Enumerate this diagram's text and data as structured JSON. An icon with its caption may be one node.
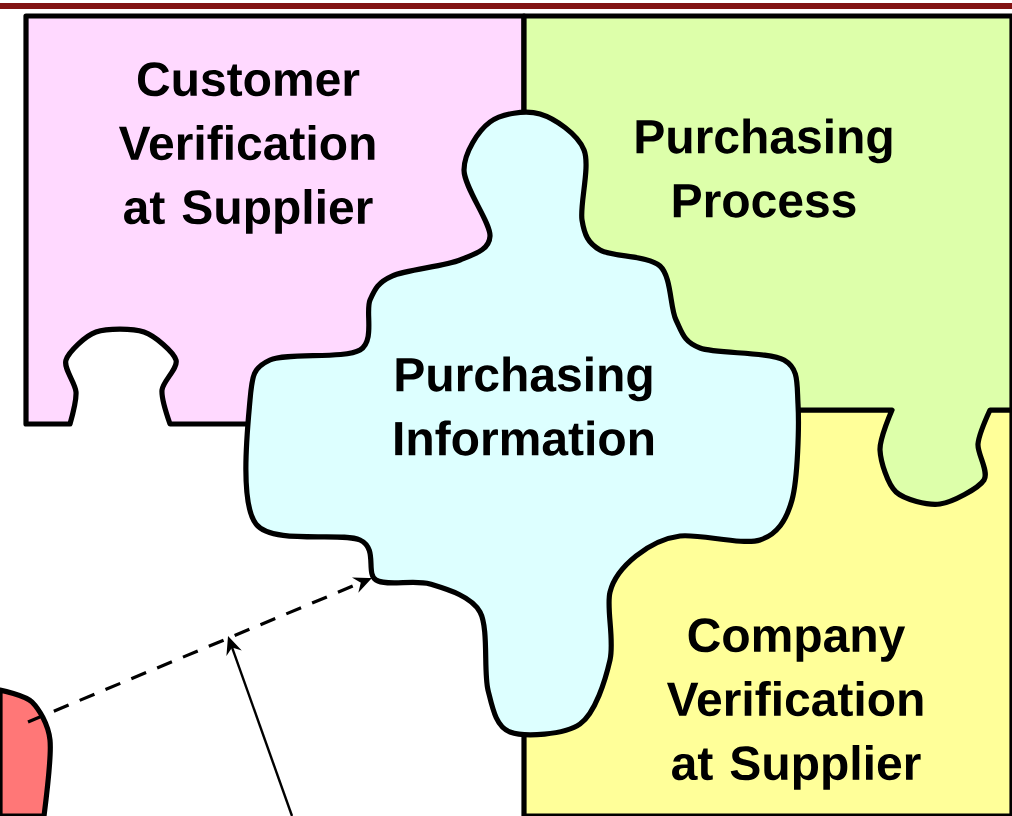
{
  "diagram": {
    "nodes": [
      {
        "text": [
          "Customer Verification at Supplier"
        ]
      },
      {
        "text": [
          "Purchasing Process"
        ]
      },
      {
        "text": [
          "Purchasing Information"
        ]
      },
      {
        "text": [
          "Company Verification at Supplier"
        ]
      },
      {
        "text": [],
        "shape": "box"
      }
    ],
    "edges": [
      {
        "from": 4,
        "to": 2,
        "arrow": "to",
        "style": "dashed"
      }
    ]
  }
}
